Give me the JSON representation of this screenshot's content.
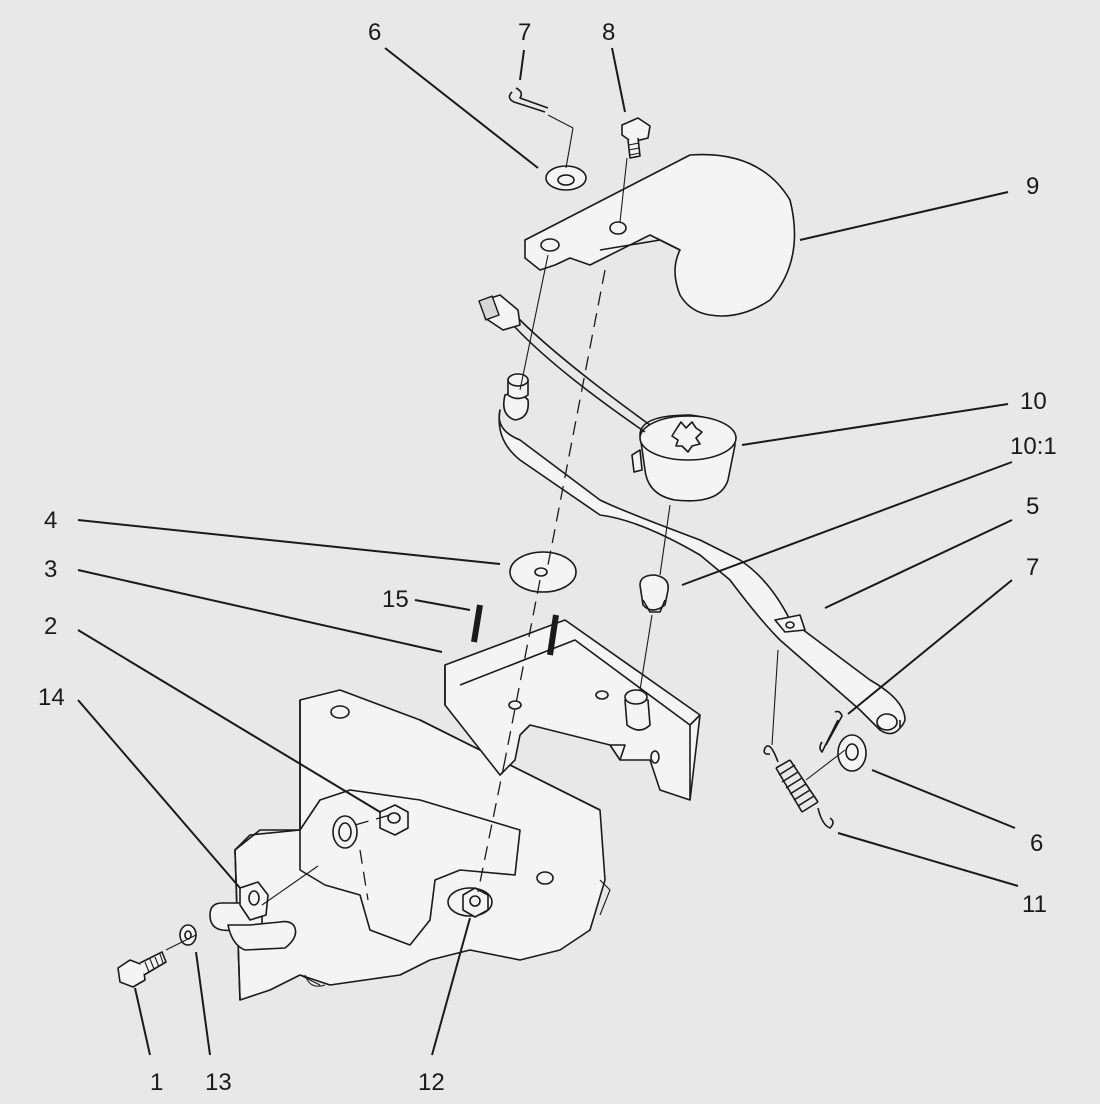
{
  "callouts": [
    {
      "id": "c1",
      "label": "1"
    },
    {
      "id": "c2",
      "label": "2"
    },
    {
      "id": "c3",
      "label": "3"
    },
    {
      "id": "c4",
      "label": "4"
    },
    {
      "id": "c5",
      "label": "5"
    },
    {
      "id": "c6a",
      "label": "6"
    },
    {
      "id": "c6b",
      "label": "6"
    },
    {
      "id": "c7a",
      "label": "7"
    },
    {
      "id": "c7b",
      "label": "7"
    },
    {
      "id": "c8",
      "label": "8"
    },
    {
      "id": "c9",
      "label": "9"
    },
    {
      "id": "c10",
      "label": "10"
    },
    {
      "id": "c10_1",
      "label": "10:1"
    },
    {
      "id": "c11",
      "label": "11"
    },
    {
      "id": "c12",
      "label": "12"
    },
    {
      "id": "c13",
      "label": "13"
    },
    {
      "id": "c14",
      "label": "14"
    },
    {
      "id": "c15",
      "label": "15"
    }
  ]
}
